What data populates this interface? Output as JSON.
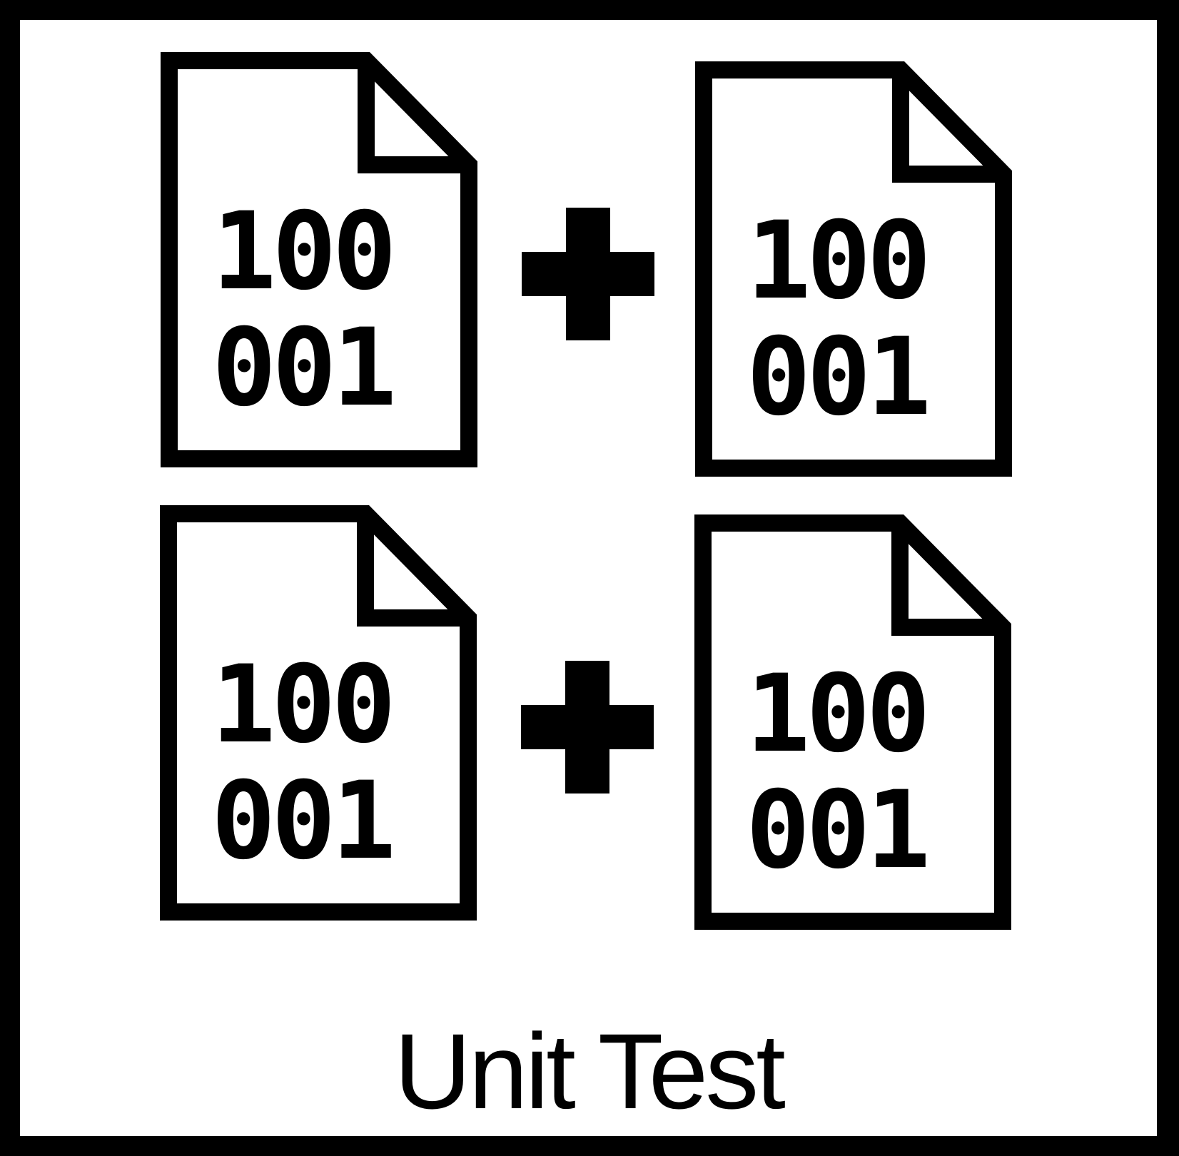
{
  "files": [
    {
      "line1": "100",
      "line2": "001"
    },
    {
      "line1": "100",
      "line2": "001"
    },
    {
      "line1": "100",
      "line2": "001"
    },
    {
      "line1": "100",
      "line2": "001"
    }
  ],
  "operators": [
    "plus-icon",
    "plus-icon"
  ],
  "caption": "Unit Test",
  "colors": {
    "background": "#ffffff",
    "foreground": "#000000",
    "frame": "#000000"
  }
}
